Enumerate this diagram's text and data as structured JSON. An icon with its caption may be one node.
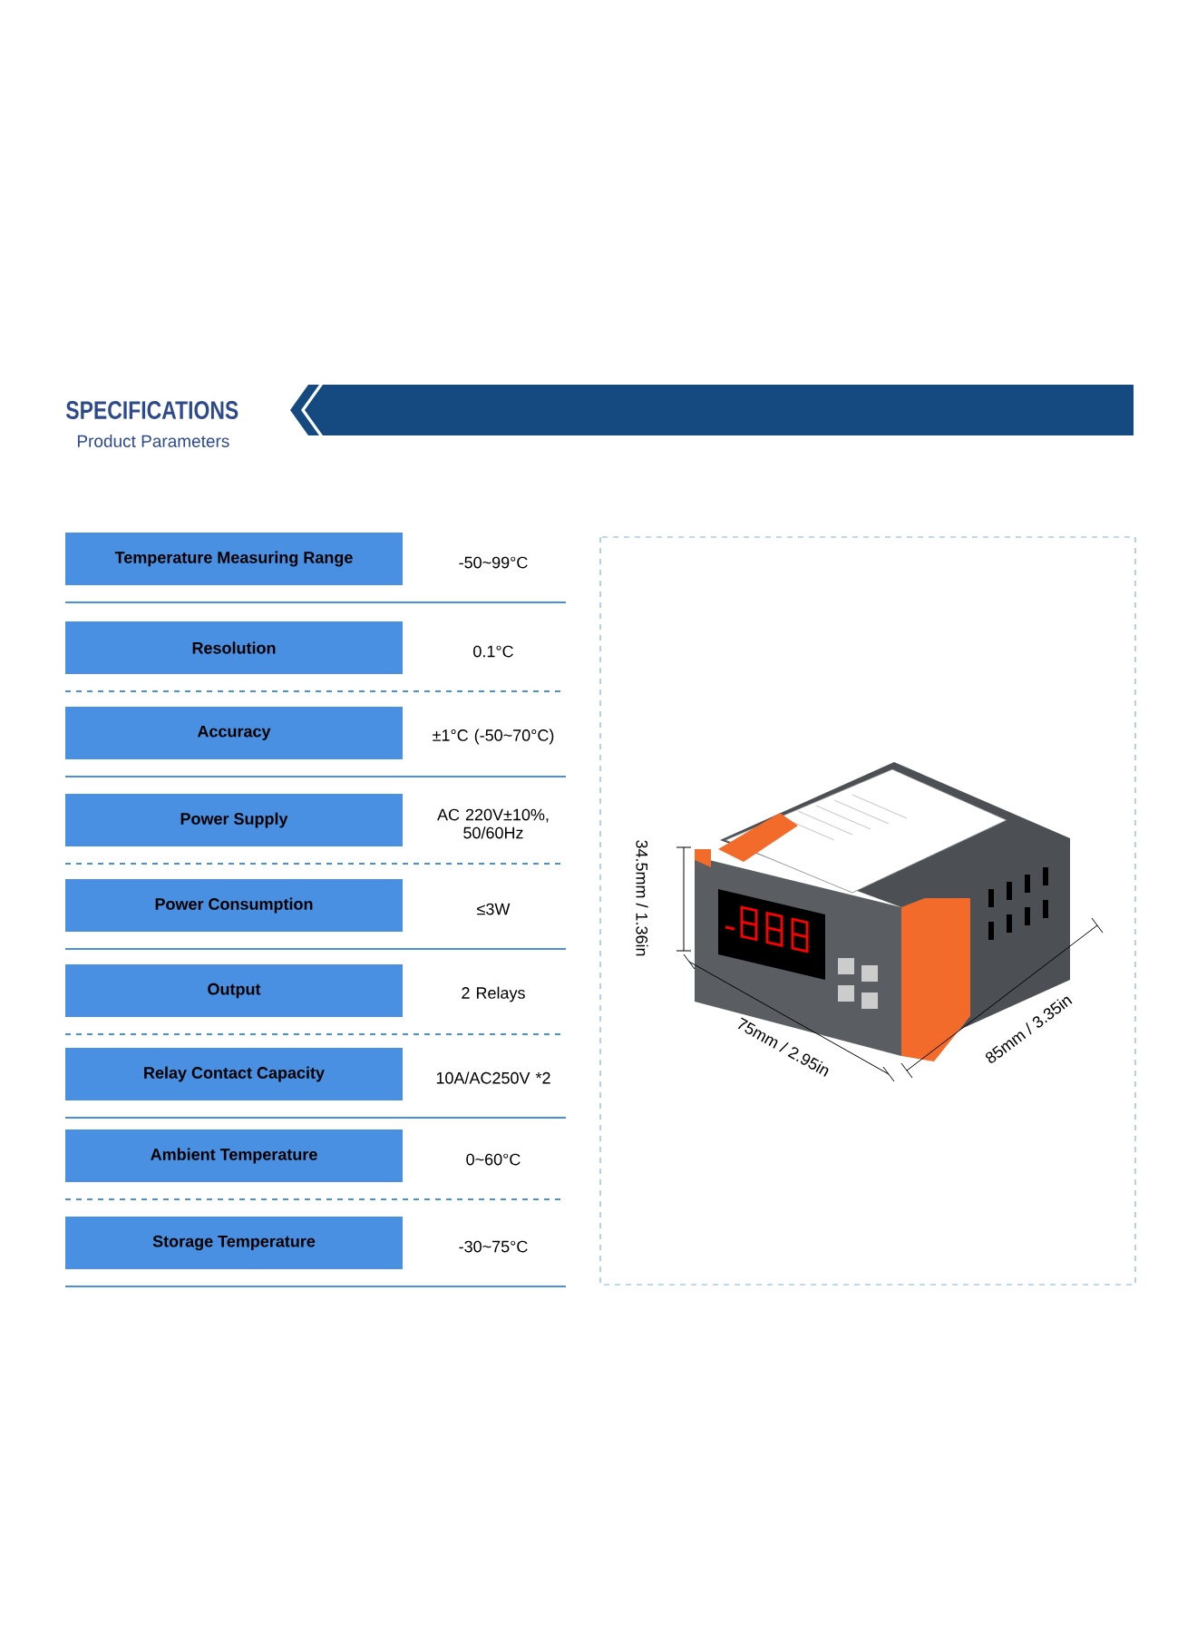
{
  "diagram": {
    "title": "SPECIFICATIONS",
    "labels": [
      "Product Parameters",
      "Temperature Measuring Range",
      "-50~99°C",
      "Resolution",
      "0.1°C",
      "Accuracy",
      "±1°C (-50~70°C)",
      "Power Supply",
      "AC 220V±10%, 50/60Hz",
      "Power Consumption",
      "≤3W",
      "Output",
      "2 Relays",
      "Relay Contact Capacity",
      "10A/AC250V *2",
      "Ambient Temperature",
      "0~60°C",
      "Storage Temperature",
      "-30~75°C",
      "34.5mm / 1.36in",
      "75mm / 2.95in",
      "85mm / 3.35in"
    ]
  }
}
